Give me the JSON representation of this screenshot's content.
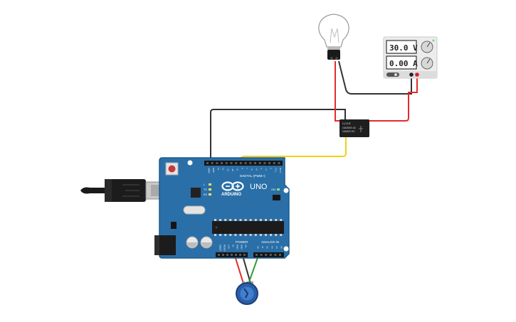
{
  "power_supply": {
    "voltage_display": "30.0 V",
    "current_display": "0.00 A"
  },
  "relay": {
    "lines": [
      "LU-5-R",
      "10A/250V AC",
      "10A/30V DC"
    ]
  },
  "arduino": {
    "logo_text": "ARDUINO",
    "model": "UNO",
    "digital_header_label": "DIGITAL (PWM~)",
    "power_label": "POWER",
    "analog_label": "ANALOG IN",
    "led_labels": [
      "L",
      "TX",
      "RX"
    ],
    "on_label": "ON",
    "top_pin_labels": [
      "AREF",
      "GND",
      "13",
      "12",
      "~11",
      "~10",
      "~9",
      "8",
      "7",
      "~6",
      "~5",
      "4",
      "~3",
      "2",
      "TX 1",
      "RX 0"
    ],
    "power_pin_labels": [
      "IOREF",
      "RESET",
      "3.3V",
      "5V",
      "GND",
      "GND",
      "Vin"
    ],
    "analog_pin_labels": [
      "A0",
      "A1",
      "A2",
      "A3",
      "A4",
      "A5"
    ]
  },
  "colors": {
    "board": "#2a6fa8",
    "board_edge": "#1d5a8c",
    "wire_black": "#333333",
    "wire_red": "#e52b2b",
    "wire_yellow": "#f2d21b",
    "wire_green": "#2ca02c"
  }
}
